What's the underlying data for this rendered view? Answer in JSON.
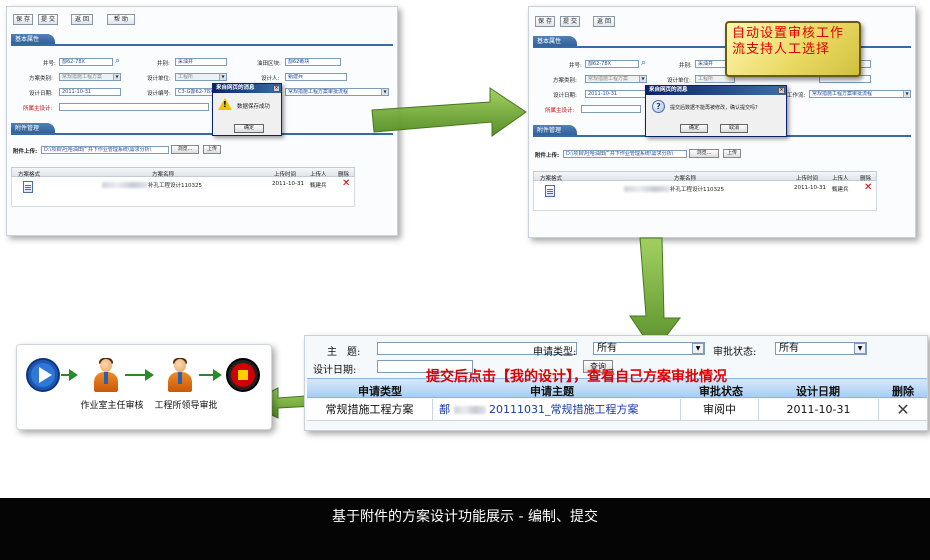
{
  "toolbar": {
    "save": "保 存",
    "submit": "提 交",
    "back": "返 回",
    "help": "帮 助"
  },
  "sections": {
    "basic": "基本属性",
    "attach": "附件管理"
  },
  "form": {
    "well_no_label": "井号:",
    "well_no": "鄯62-78X",
    "work_area_label": "井别:",
    "work_area": "采油井",
    "block_label": "油田区块:",
    "block": "鄯62断块",
    "plan_type_label": "方案类别:",
    "plan_type": "常规措施工程方案",
    "design_unit_label": "设计单位:",
    "design_unit": "工程所",
    "designer_label": "设计人:",
    "designer": "甄建兵",
    "design_date_label": "设计日期:",
    "design_date": "2011-10-31",
    "design_no_label": "设计编号:",
    "design_no": "C3-G鄯62-78X",
    "workflow_label": "工作流:",
    "workflow": "常规措施工程方案审批流程",
    "owner_label": "所属主设计:"
  },
  "attach": {
    "label": "附件上传:",
    "path": "D:\\项目\\吐哈油田广井下作业管理系统\\需求分析\\",
    "browse": "浏览...",
    "upload": "上传",
    "columns": [
      "方案格式",
      "方案名称",
      "上传时间",
      "上传人",
      "删除"
    ],
    "row": {
      "name_suffix": "补孔工程设计110325",
      "upload_time": "2011-10-31",
      "uploader": "甄建兵"
    }
  },
  "dialog_saved": {
    "title": "来自网页的消息",
    "message": "数据保存成功",
    "ok": "确定"
  },
  "dialog_confirm": {
    "title": "来自网页的消息",
    "message": "提交后数据不能再被修改，确认提交吗?",
    "ok": "确定",
    "cancel": "取消"
  },
  "note_callout": {
    "line1": "自动设置审核工作",
    "line2": "流支持人工选择"
  },
  "list_panel": {
    "subject_label": "主　题:",
    "apply_type_label": "申请类型:",
    "apply_type": "所有",
    "approve_status_label": "审批状态:",
    "approve_status": "所有",
    "design_date_label": "设计日期:",
    "query": "查询",
    "columns": [
      "申请类型",
      "申请主题",
      "审批状态",
      "设计日期",
      "删除"
    ],
    "row": {
      "type": "常规措施工程方案",
      "subject_prefix": "鄯",
      "subject": "20111031_常规措施工程方案",
      "status": "审阅中",
      "date": "2011-10-31"
    }
  },
  "red_callout": "提交后点击【我的设计】，查看自己方案审批情况",
  "workflow_steps": [
    "作业室主任审核",
    "工程所领导审批"
  ],
  "footer": "基于附件的方案设计功能展示 - 编制、提交",
  "colors": {
    "accent_red": "#e00000",
    "section_blue": "#3a6aa3",
    "arrow_green": "#5a9a2a",
    "footer_bg": "#050505"
  }
}
